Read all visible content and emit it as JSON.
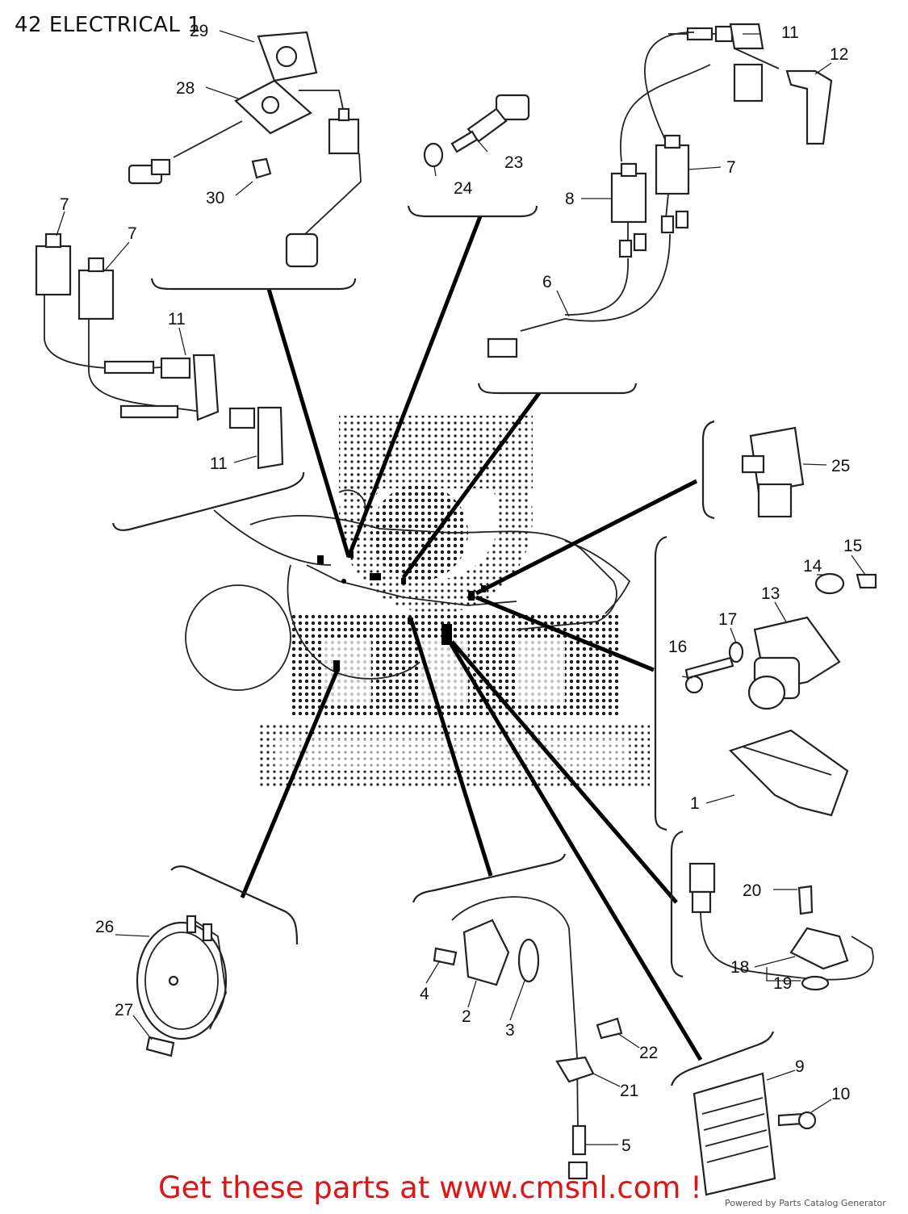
{
  "title": "42 ELECTRICAL 1",
  "footer": "Get these parts at www.cmsnl.com !",
  "powered_by": "Powered by Parts Catalog Generator",
  "watermark_color": "#000000",
  "footer_color": "#e01414",
  "callouts": {
    "c1": "1",
    "c2": "2",
    "c3": "3",
    "c4": "4",
    "c5": "5",
    "c6": "6",
    "c7a": "7",
    "c7b": "7",
    "c7c": "7",
    "c8": "8",
    "c9": "9",
    "c10": "10",
    "c11a": "11",
    "c11b": "11",
    "c11c": "11",
    "c12": "12",
    "c13": "13",
    "c14": "14",
    "c15": "15",
    "c16": "16",
    "c17": "17",
    "c18": "18",
    "c19": "19",
    "c20": "20",
    "c21": "21",
    "c22": "22",
    "c23": "23",
    "c24": "24",
    "c25": "25",
    "c26": "26",
    "c27": "27",
    "c28": "28",
    "c29": "29",
    "c30": "30"
  }
}
